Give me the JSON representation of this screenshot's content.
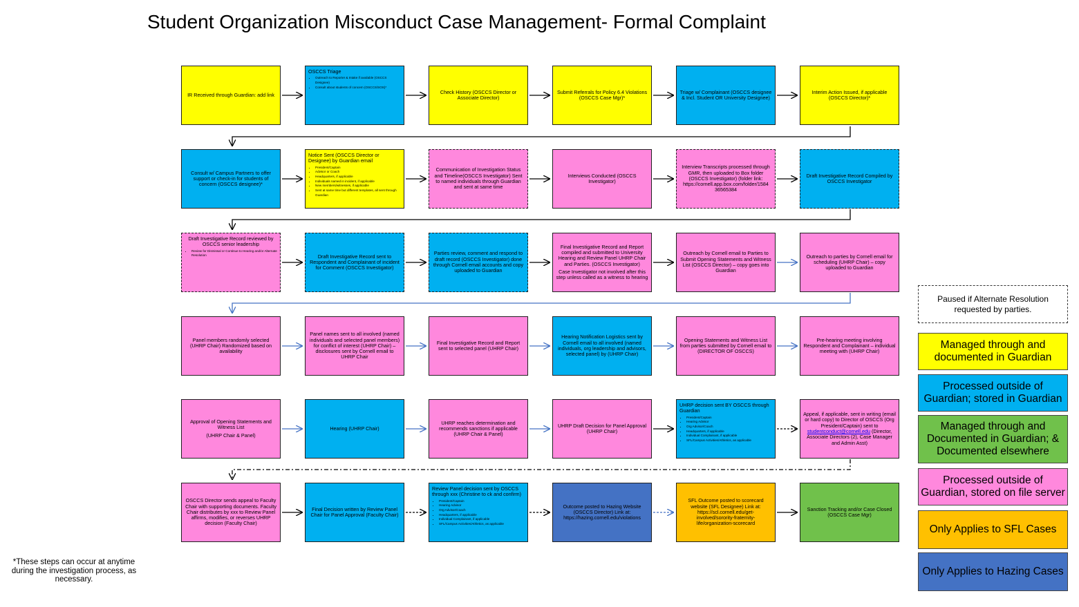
{
  "title": "Student Organization Misconduct Case Management- Formal Complaint",
  "steps": {
    "s1": {
      "text": "IR Received through Guardian: add link"
    },
    "s2": {
      "text": "OSCCS Triage",
      "bullets": [
        "Outreach to Reporter & Intake if available (OSCCS Designee)",
        "Consult about students of concern (OSCCS/SOS)*"
      ]
    },
    "s3": {
      "text": "Check History (OSCCS Director or Associate Director)"
    },
    "s4": {
      "text": "Submit Referrals for Policy 6.4 Violations (OSCCS Case Mgr)*"
    },
    "s5": {
      "text": "Triage w/ Complainant (OSCCS designee & Incl. Student OR University Designee)"
    },
    "s6": {
      "text": "Interim Action Issued, if applicable (OSCCS Director)*"
    },
    "s7": {
      "text": "Consult w/ Campus Partners to offer support or check-in for students of concern (OSCCS designee)*"
    },
    "s8": {
      "text": "Notice Sent (OSCCS Director or Designee) by Guardian email",
      "bullets": [
        "President/Captain",
        "Advisor or Coach",
        "Headquarters, if applicable",
        "Individuals named in incident, if applicable",
        "New members/witnesses, if applicable",
        "Sent at same time but different templates, all sent through Guardian"
      ]
    },
    "s9": {
      "text": "Communication of Investigation Status and Timeline(OSCCS Investigator) Sent to named individuals through Guardian and sent at same time"
    },
    "s10": {
      "text": "Interviews Conducted (OSCCS Investigator)"
    },
    "s11": {
      "text": "Interview Transcripts processed through GMR, then uploaded to Box folder (OSCCS Investigator) (folder link: https://cornell.app.box.com/folder/1584 36565384"
    },
    "s12": {
      "text": "Draft Investigative Record Compiled by OSCCS Investigator"
    },
    "s13": {
      "text": "Draft Investigative Record reviewed by OSCCS senior leadership",
      "bullets": [
        "Review for Dismissal or Continue to Hearing and/or Alternate Resolution"
      ]
    },
    "s14": {
      "text": "Draft Investigative Record sent to Respondent and Complainant of incident for Comment (OSCCS Investigator)"
    },
    "s15": {
      "text": "Parties review, comment and respond to draft record (OSCCS Investigator) done through Cornell email accounts and copy uploaded to Guardian"
    },
    "s16": {
      "text": "Final Investigative Record and Report compiled and submitted to University Hearing and Review Panel UHRP Chair and Parties. (OSCCS Investigator)",
      "sub": "Case Investigator not involved after this step unless called as a witness to hearing"
    },
    "s17": {
      "text": "Outreach by Cornell email to Parties to Submit Opening Statements and Witness List (OSCCS Director) – copy goes into Guardian"
    },
    "s18": {
      "text": "Outreach to parties by Cornell email for scheduling (UHRP Chair) – copy uploaded to Guardian"
    },
    "s19": {
      "text": "Panel members randomly selected (UHRP Chair) Randomized based on availability"
    },
    "s20": {
      "text": "Panel names sent to all involved (named individuals and selected panel members) for conflict of interest (UHRP Chair) – disclosures sent by Cornell email to UHRP Chair"
    },
    "s21": {
      "text": "Final Investigative Record and Report sent to selected panel (UHRP Chair)"
    },
    "s22": {
      "text": "Hearing Notification Logistics sent by Cornell email to all involved (named individuals, org leadership and advisors, selected panel) by (UHRP Chair)"
    },
    "s23": {
      "text": "Opening Statements and Witness List from parties submitted by Cornell email to (DIRECTOR OF OSCCS)"
    },
    "s24": {
      "text": "Pre-hearing meeting involving Respondent and Complainant – individual meeting with (UHRP Chair)"
    },
    "s25": {
      "text": "Approval of Opening Statements and Witness List",
      "sub": "(UHRP Chair & Panel)"
    },
    "s26": {
      "text": "Hearing (UHRP Chair)"
    },
    "s27": {
      "text": "UHRP reaches determination and recommends sanctions if applicable (UHRP Chair & Panel)"
    },
    "s28": {
      "text": "UHRP Draft Decision for Panel Approval (UHRP Chair)"
    },
    "s29": {
      "text": "UHRP decision sent BY OSCCS through Guardian",
      "bullets": [
        "President/Captain",
        "Hearing Advisor",
        "Org Advisor/Coach",
        "Headquarters, if applicable",
        "Individual Complainant, if applicable",
        "SFL/Campus Activities/Athletics, as applicable"
      ]
    },
    "s30": {
      "text": "Appeal, if applicable, sent in writing (email or hard copy) to Director of OSCCS (Org President/Captain) sent to",
      "link": "studentconduct@cornell.edu",
      "after": " (Director, Associate Directors (2), Case Manager and Admin Asst)"
    },
    "s31": {
      "text": "OSCCS Director sends appeal to Faculty Chair with supporting documents. Faculty Chair distributes by xxx to Review Panel affirms, modifies, or reverses UHRP decision (Faculty Chair)"
    },
    "s32": {
      "text": "Final Decision written by Review Panel Chair for Panel Approval (Faculty Chair)"
    },
    "s33": {
      "text": "Review Panel decision sent by OSCCS through xxx (Christine to ck and confirm)",
      "bullets": [
        "President/Captain",
        "Hearing Advisor",
        "Org Advisor/Coach",
        "Headquarters, if applicable",
        "Individual Complainant, if applicable",
        "SFL/Campus Activities/Athletics, as applicable"
      ]
    },
    "s34": {
      "text": "Outcome posted to Hazing Website (OSCCS Director) Link at: https://hazing.cornell.edu/violations"
    },
    "s35": {
      "text": "SFL Outcome posted to scorecard website (SFL Designee) Link at: https://scl.cornell.edu/get-involved/sorority-fraternity-life/organization-scorecard"
    },
    "s36": {
      "text": "Sanction Tracking and/or Case Closed (OSCCS Case Mgr)"
    }
  },
  "legend": {
    "paused": "Paused if Alternate Resolution requested by parties.",
    "yellow": "Managed through and documented in Guardian",
    "blue": "Processed outside of Guardian; stored in Guardian",
    "green": "Managed through and Documented in Guardian; & Documented elsewhere",
    "pink": "Processed outside of Guardian, stored on file server",
    "orange": "Only Applies to SFL Cases",
    "dblue": "Only Applies to Hazing Cases"
  },
  "footnote": "*These steps can occur at anytime during the investigation process, as necessary.",
  "colors": {
    "yellow": "#ffff00",
    "blue": "#00b0f0",
    "pink": "#ff88dd",
    "green": "#70c14b",
    "orange": "#ffc000",
    "dark_blue": "#4472c4",
    "arrow_black": "#000000",
    "arrow_blue": "#4472c4"
  }
}
